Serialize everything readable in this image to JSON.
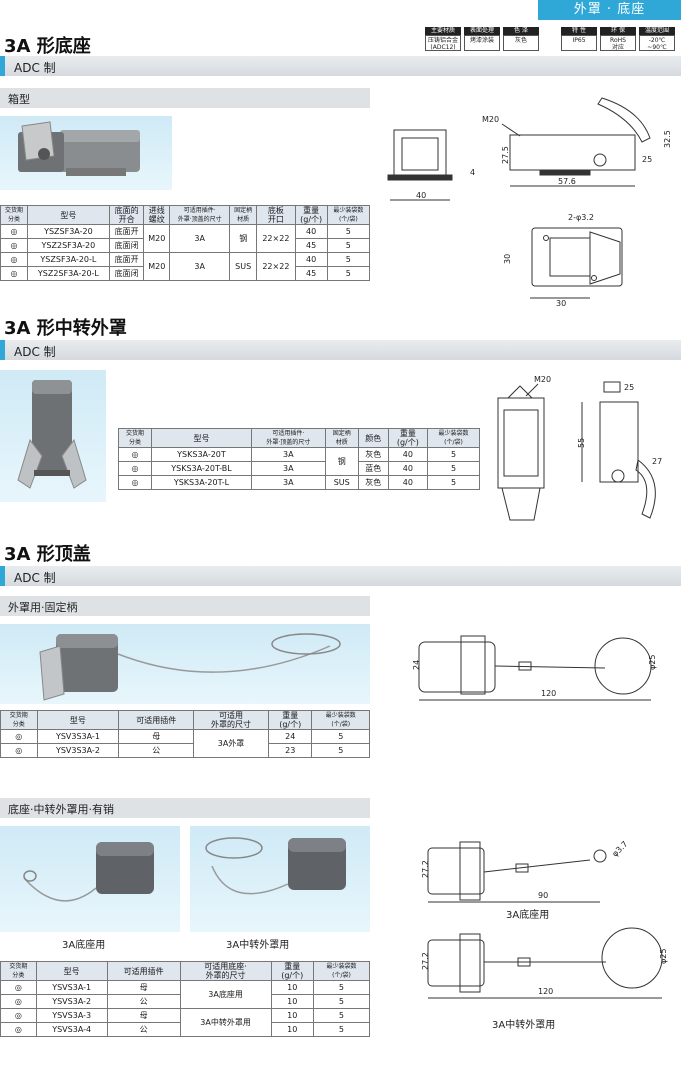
{
  "header": {
    "category": "外罩 · 底座",
    "spec_boxes_left": [
      {
        "head": "主要材质",
        "value": "压铸铝合金\n(ADC12)"
      },
      {
        "head": "表面处理",
        "value": "烤漆涂装"
      },
      {
        "head": "色 泽",
        "value": "灰色"
      }
    ],
    "spec_boxes_right": [
      {
        "head": "特 性",
        "value": "IP65"
      },
      {
        "head": "环 保",
        "value": "RoHS\n对应"
      },
      {
        "head": "温度范围",
        "value": "-20℃\n~90℃"
      }
    ]
  },
  "section1": {
    "title": "3A 形底座",
    "band": "ADC 制",
    "sub": "箱型",
    "table": {
      "headers": [
        "交货期\n分类",
        "型号",
        "底面的\n开合",
        "进线\n螺纹",
        "可适用插件·\n外罩·顶盖的尺寸",
        "固定柄\n材质",
        "底板\n开口",
        "重量\n(g/个)",
        "最少装袋数\n(个/袋)"
      ],
      "rows": [
        [
          "◎",
          "YSZSF3A-20",
          "底面开",
          "M20",
          "3A",
          "钢",
          "22×22",
          "40",
          "5"
        ],
        [
          "◎",
          "YSZ2SF3A-20",
          "底面闭",
          "",
          "",
          "",
          "",
          "45",
          "5"
        ],
        [
          "◎",
          "YSZSF3A-20-L",
          "底面开",
          "M20",
          "3A",
          "SUS",
          "22×22",
          "40",
          "5"
        ],
        [
          "◎",
          "YSZ2SF3A-20-L",
          "底面闭",
          "",
          "",
          "",
          "",
          "45",
          "5"
        ]
      ]
    },
    "dims": {
      "m": "M20",
      "d1": "27.5",
      "d2": "4",
      "d3": "40",
      "d4": "57.6",
      "d5": "32.5",
      "d6": "25",
      "d7": "30",
      "d8": "30",
      "hole": "2-φ3.2"
    }
  },
  "section2": {
    "title": "3A 形中转外罩",
    "band": "ADC 制",
    "table": {
      "headers": [
        "交货期\n分类",
        "型号",
        "可适用插件·\n外罩·顶盖的尺寸",
        "固定柄\n材质",
        "颜色",
        "重量\n(g/个)",
        "最少装袋数\n(个/袋)"
      ],
      "rows": [
        [
          "◎",
          "YSKS3A-20T",
          "3A",
          "钢",
          "灰色",
          "40",
          "5"
        ],
        [
          "◎",
          "YSKS3A-20T-BL",
          "3A",
          "",
          "蓝色",
          "40",
          "5"
        ],
        [
          "◎",
          "YSKS3A-20T-L",
          "3A",
          "SUS",
          "灰色",
          "40",
          "5"
        ]
      ]
    },
    "dims": {
      "m": "M20",
      "d1": "25",
      "d2": "55",
      "d3": "27"
    }
  },
  "section3": {
    "title": "3A 形顶盖",
    "band": "ADC 制",
    "sub1": "外罩用·固定柄",
    "table1": {
      "headers": [
        "交货期\n分类",
        "型号",
        "可适用插件",
        "可适用\n外罩的尺寸",
        "重量\n(g/个)",
        "最少装袋数\n(个/袋)"
      ],
      "rows": [
        [
          "◎",
          "YSV3S3A-1",
          "母",
          "3A外罩",
          "24",
          "5"
        ],
        [
          "◎",
          "YSV3S3A-2",
          "公",
          "",
          "23",
          "5"
        ]
      ]
    },
    "dims1": {
      "d1": "24",
      "d2": "120",
      "d3": "φ25"
    },
    "sub2": "底座·中转外罩用·有销",
    "photo_caption_left": "3A底座用",
    "photo_caption_right": "3A中转外罩用",
    "table2": {
      "headers": [
        "交货期\n分类",
        "型号",
        "可适用插件",
        "可适用底座·\n外罩的尺寸",
        "重量\n(g/个)",
        "最少装袋数\n(个/袋)"
      ],
      "rows": [
        [
          "◎",
          "YSVS3A-1",
          "母",
          "3A底座用",
          "10",
          "5"
        ],
        [
          "◎",
          "YSVS3A-2",
          "公",
          "",
          "10",
          "5"
        ],
        [
          "◎",
          "YSVS3A-3",
          "母",
          "3A中转外罩用",
          "10",
          "5"
        ],
        [
          "◎",
          "YSVS3A-4",
          "公",
          "",
          "10",
          "5"
        ]
      ]
    },
    "dims2": {
      "d1": "27.2",
      "d2": "90",
      "d3": "φ3.7",
      "caption": "3A底座用"
    },
    "dims3": {
      "d1": "27.2",
      "d2": "120",
      "d3": "φ25",
      "caption": "3A中转外罩用"
    }
  },
  "colors": {
    "accent": "#2fa8d8",
    "band": "#dfe2e5",
    "photo_bg": "#cfeaf6"
  }
}
